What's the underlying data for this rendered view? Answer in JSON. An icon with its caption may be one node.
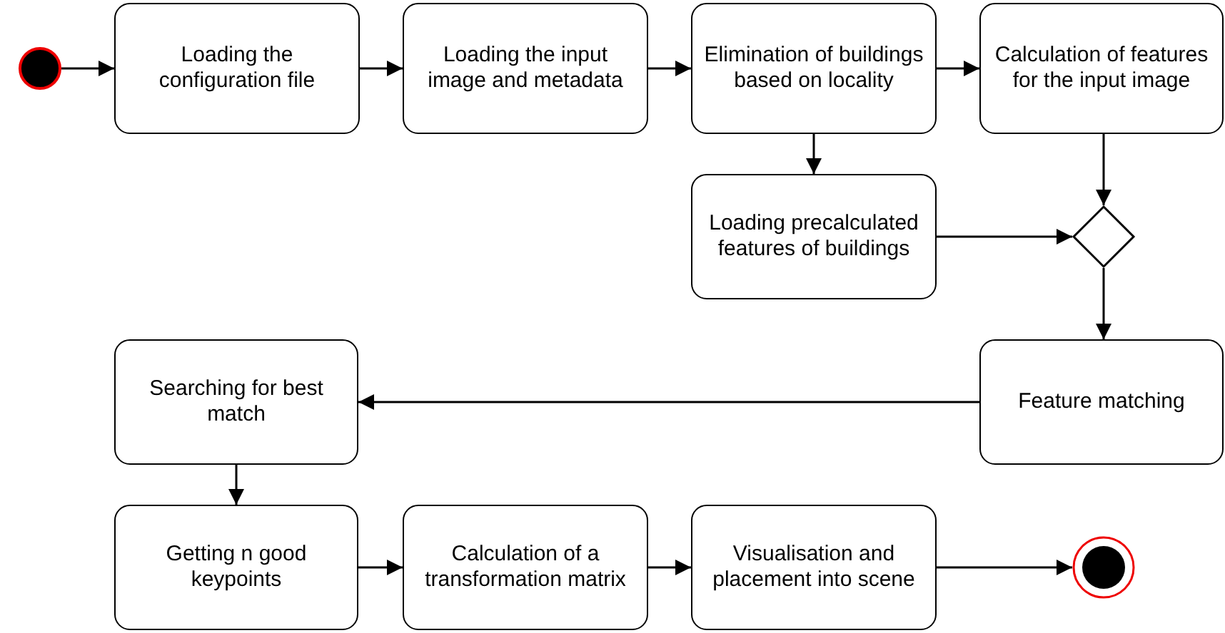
{
  "diagram": {
    "nodes": [
      {
        "text": [],
        "shape": "circle"
      },
      {
        "text": [
          "Loading the configuration file"
        ]
      },
      {
        "text": [
          "Loading the input image and metadata"
        ]
      },
      {
        "text": [
          "Elimination of buildings based on locality"
        ]
      },
      {
        "text": [
          "Calculation of features for the input image"
        ]
      },
      {
        "text": [
          "Loading precalculated features of buildings"
        ]
      },
      {
        "text": [],
        "shape": "diamond"
      },
      {
        "text": [
          "Feature matching"
        ]
      },
      {
        "text": [
          "Searching for best match"
        ]
      },
      {
        "text": [
          "Getting n good keypoints"
        ]
      },
      {
        "text": [
          "Calculation of a transformation matrix"
        ]
      },
      {
        "text": [
          "Visualisation and placement into scene"
        ]
      },
      {
        "text": [],
        "shape": "circle"
      }
    ],
    "edges": [
      {
        "from": 0,
        "to": 1,
        "arrow": "to"
      },
      {
        "from": 1,
        "to": 2,
        "arrow": "to"
      },
      {
        "from": 2,
        "to": 3,
        "arrow": "to"
      },
      {
        "from": 3,
        "to": 4,
        "arrow": "to"
      },
      {
        "from": 3,
        "to": 5,
        "arrow": "to"
      },
      {
        "from": 4,
        "to": 6,
        "arrow": "to"
      },
      {
        "from": 5,
        "to": 6,
        "arrow": "to"
      },
      {
        "from": 6,
        "to": 7,
        "arrow": "to"
      },
      {
        "from": 7,
        "to": 8,
        "arrow": "to"
      },
      {
        "from": 8,
        "to": 9,
        "arrow": "to"
      },
      {
        "from": 9,
        "to": 10,
        "arrow": "to"
      },
      {
        "from": 10,
        "to": 11,
        "arrow": "to"
      },
      {
        "from": 11,
        "to": 12,
        "arrow": "to"
      }
    ]
  }
}
